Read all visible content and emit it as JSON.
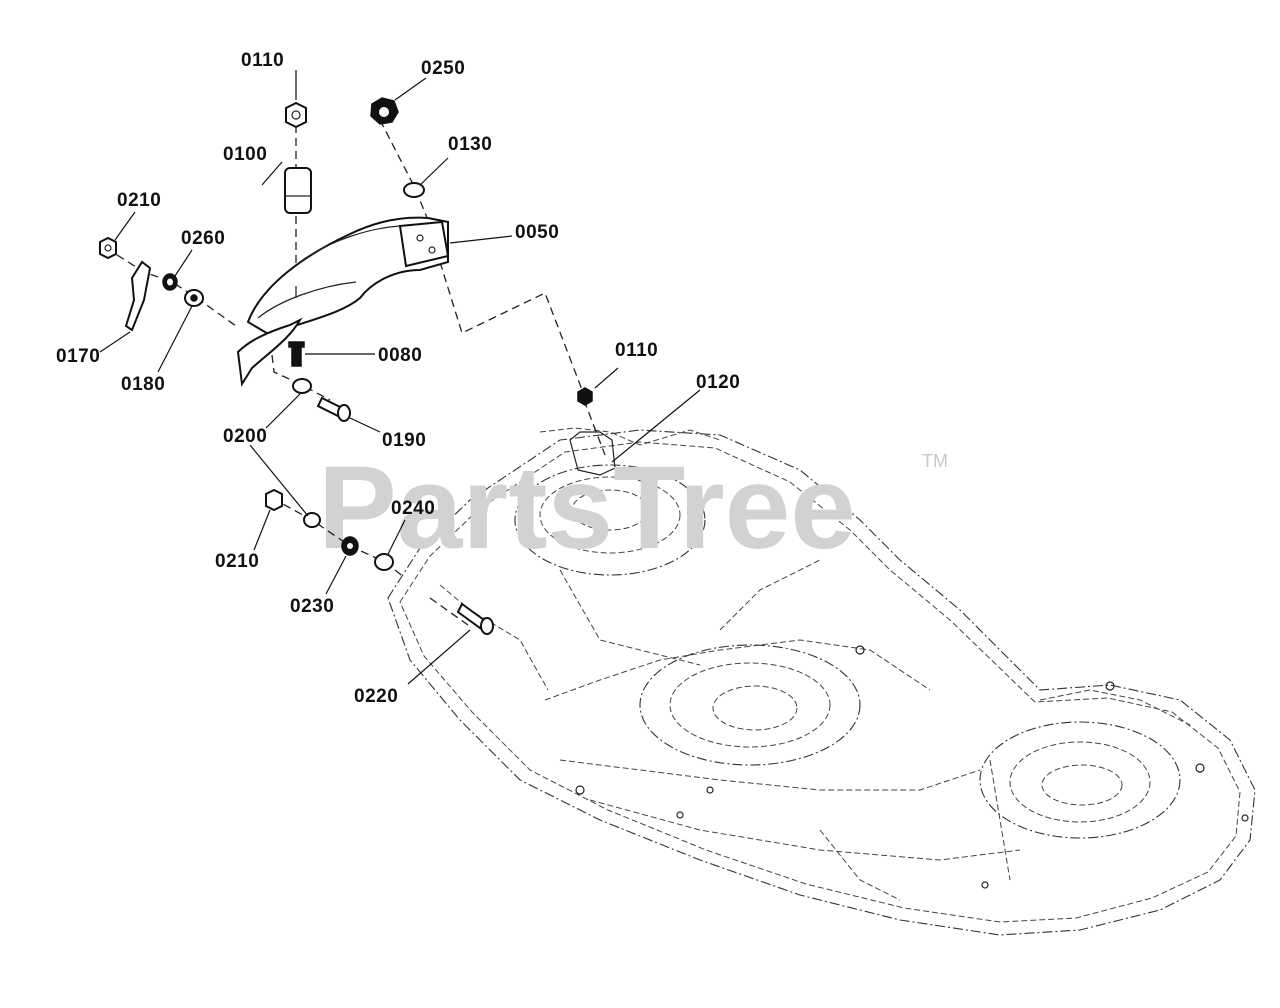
{
  "watermark": {
    "text": "PartsTree",
    "trademark": "TM"
  },
  "callouts": [
    {
      "id": "c0110a",
      "text": "0110"
    },
    {
      "id": "c0250",
      "text": "0250"
    },
    {
      "id": "c0130",
      "text": "0130"
    },
    {
      "id": "c0100",
      "text": "0100"
    },
    {
      "id": "c0050",
      "text": "0050"
    },
    {
      "id": "c0210a",
      "text": "0210"
    },
    {
      "id": "c0260",
      "text": "0260"
    },
    {
      "id": "c0170",
      "text": "0170"
    },
    {
      "id": "c0180",
      "text": "0180"
    },
    {
      "id": "c0080",
      "text": "0080"
    },
    {
      "id": "c0110b",
      "text": "0110"
    },
    {
      "id": "c0120",
      "text": "0120"
    },
    {
      "id": "c0190",
      "text": "0190"
    },
    {
      "id": "c0200",
      "text": "0200"
    },
    {
      "id": "c0240",
      "text": "0240"
    },
    {
      "id": "c0210b",
      "text": "0210"
    },
    {
      "id": "c0230",
      "text": "0230"
    },
    {
      "id": "c0220",
      "text": "0220"
    }
  ]
}
